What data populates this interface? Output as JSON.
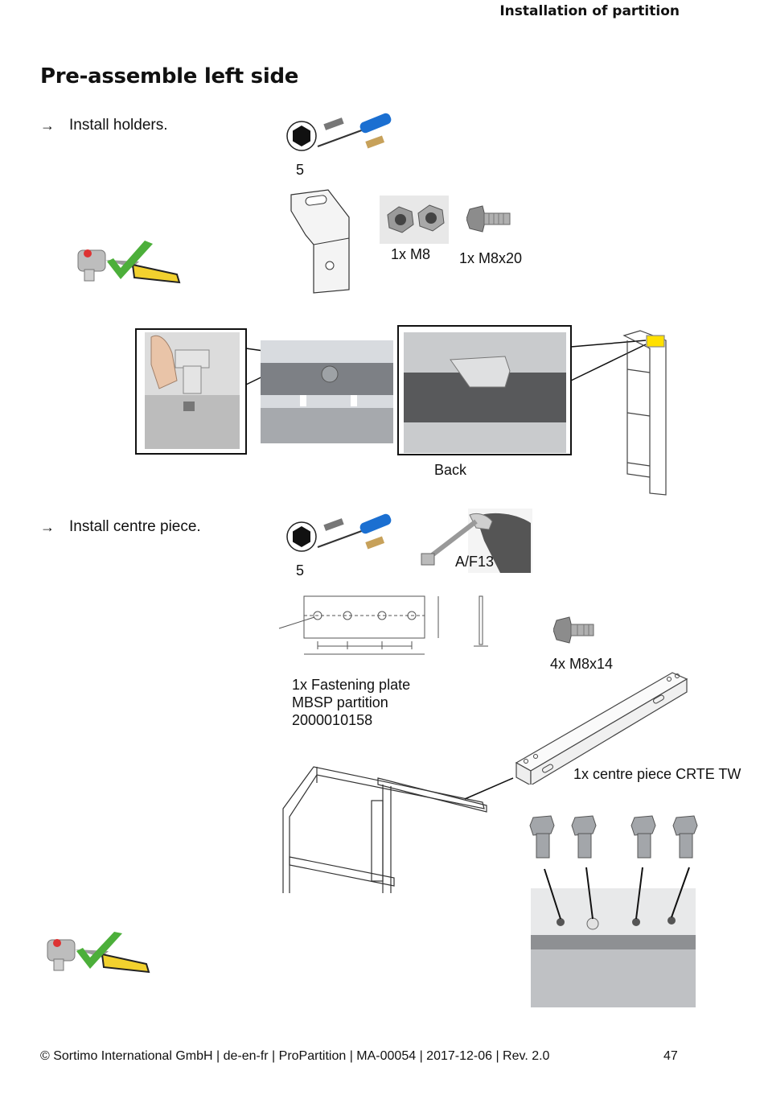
{
  "header": {
    "section_title": "Installation of partition"
  },
  "page": {
    "title": "Pre-assemble left side"
  },
  "step1": {
    "arrow": "→",
    "instruction": "Install holders.",
    "hex_size": "5",
    "parts": {
      "nut_label": "1x M8",
      "bolt_label": "1x M8x20"
    },
    "detail_label": "Back"
  },
  "step2": {
    "arrow": "→",
    "instruction": "Install centre piece.",
    "hex_size": "5",
    "wrench_label": "A/F13",
    "plate": {
      "line1": "1x Fastening plate",
      "line2": "MBSP partition",
      "line3": "2000010158"
    },
    "bolt_label": "4x M8x14",
    "centre_piece_label": "1x centre piece CRTE TW"
  },
  "footer": {
    "copyright": "© Sortimo International GmbH | de-en-fr | ProPartition | MA-00054 | 2017-12-06 | Rev. 2.0",
    "page_number": "47"
  }
}
